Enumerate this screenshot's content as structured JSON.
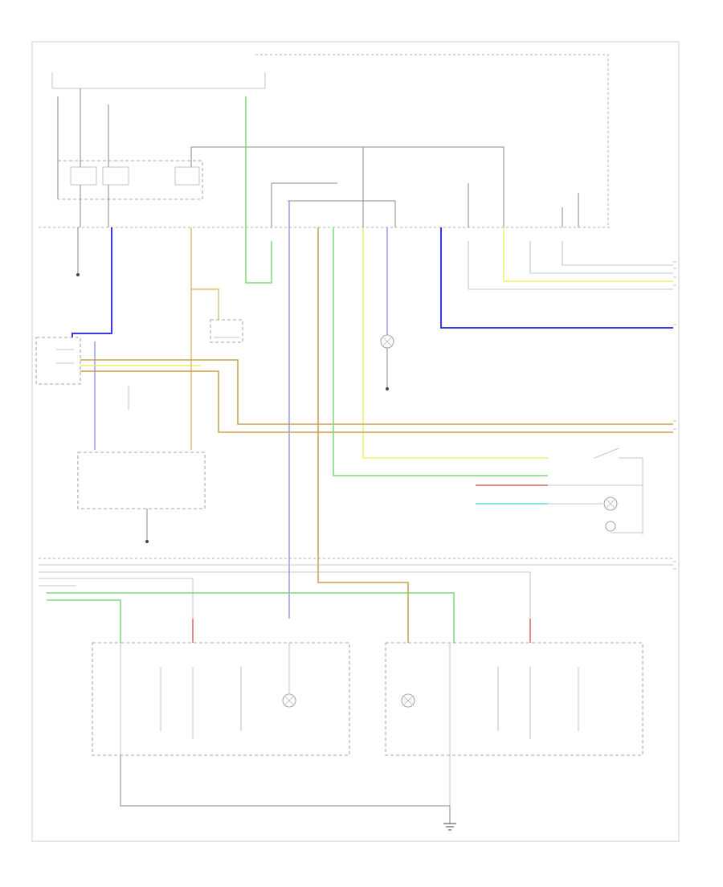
{
  "diagram": {
    "ground_label": "",
    "footer_code": "",
    "colors": {
      "blue": "#3a3ae0",
      "green": "#7ad87a",
      "yellow": "#f0f060",
      "orange": "#e2c078",
      "red": "#e06060",
      "cyan": "#60d8d8",
      "gray": "#8a8a8a"
    },
    "components": [
      "fuse-block",
      "headlight-switch",
      "combination-switch",
      "left-rear-lamp",
      "right-rear-lamp",
      "license-plate-lamp",
      "ground-point"
    ],
    "icons": [
      "bulb-icon",
      "ground-icon",
      "switch-icon",
      "connector-icon"
    ]
  }
}
